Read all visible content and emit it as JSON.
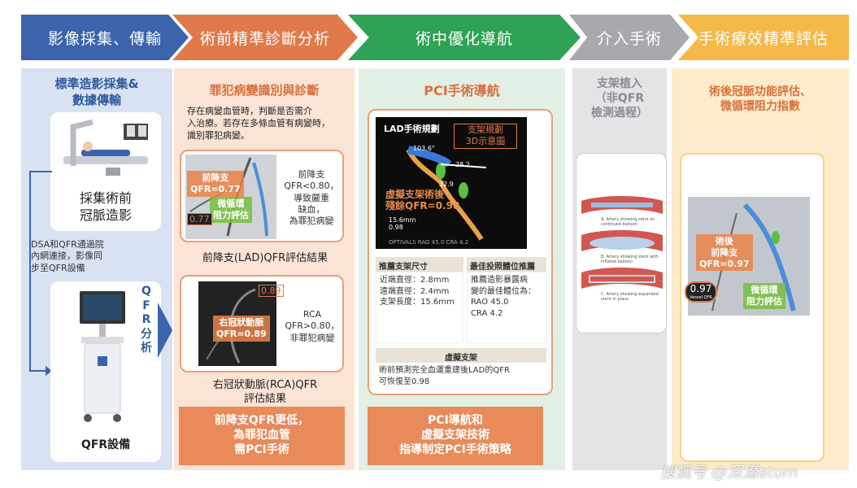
{
  "steps": [
    {
      "label": "影像採集、傳輸",
      "color": "#3b64ad"
    },
    {
      "label": "術前精準診斷分析",
      "color": "#e07a4a"
    },
    {
      "label": "術中優化導航",
      "color": "#2fa255"
    },
    {
      "label": "介入手術",
      "color": "#a7a9ad"
    },
    {
      "label": "手術療效精準評估",
      "color": "#f5b94a"
    }
  ],
  "col1": {
    "title": "標準造影採集&\n數據傳輸",
    "card_caption": "採集術前\n冠脈造影",
    "note": "DSA和QFR通過院\n內網連接，影像同\n步至QFR設備",
    "qfr_vertical": "Q\nF\nR\n分\n析",
    "device_label": "QFR設備"
  },
  "col2": {
    "title": "罪犯病變識別與診斷",
    "intro": "存在病變血管時，判斷是否需介\n入治療。若存在多條血管有病變時，\n識別罪犯病變。",
    "lad_badge": "前降支\nQFR=0.77",
    "lad_green": "微循環\n阻力評估",
    "lad_overlay": "0.77",
    "lad_text": "前降支\nQFR<0.80，\n導致嚴重\n缺血，\n為罪犯病變",
    "lad_caption": "前降支(LAD)QFR評估結果",
    "rca_badge": "右冠狀動脈\nQFR=0.89",
    "rca_overlay": "0.89",
    "rca_text": "RCA\nQFR>0.80，\n非罪犯病變",
    "rca_caption": "右冠狀動脈(RCA)QFR\n評估結果",
    "conclusion": "前降支QFR更低，\n為罪犯血管\n需PCI手術"
  },
  "col3": {
    "title": "PCI手術導航",
    "img_title": "LAD手術規劃",
    "stent_label": "支架規劃\n3D示意圖",
    "virtual_label": "虛擬支架術後\n殘餘QFR=0.98",
    "overlay_nums": [
      "103.6°",
      "28.2",
      "32.9"
    ],
    "overlay_bottom": "15.6mm\n0.98",
    "overlay_footer": "OPTIVALS  RAO 45.0  CRA 4.2",
    "table1_header": "推薦支架尺寸",
    "table1_body": "近端直徑：2.8mm\n遠端直徑：2.4mm\n支架長度：15.6mm",
    "table2_header": "最佳投照體位推薦",
    "table2_body": "推薦造影暴露病\n變的最佳體位為：\nRAO 45.0\nCRA 4.2",
    "table3_header": "虛擬支架",
    "table3_body": "術前預測完全血運重建後LAD的QFR\n可恢復至0.98",
    "conclusion": "PCI導航和\n虛擬支架技術\n指導制定PCI手術策略"
  },
  "col4": {
    "title": "支架植入\n（非QFR\n檢測過程）",
    "captions": [
      "A. Artery showing stent on\ncontinued balloon",
      "B. Artery showing stent with\ninflated balloon",
      "C. Artery showing expanded\nstent in place"
    ]
  },
  "col5": {
    "title": "術後冠脈功能評估、\n微循環阻力指數",
    "badge": "術後\n前降支\nQFR=0.97",
    "green": "微循環\n阻力評估",
    "overlay": "0.97",
    "overlay_small": "Vessel QFR"
  },
  "watermark": "搜狐号 @深潜atom"
}
